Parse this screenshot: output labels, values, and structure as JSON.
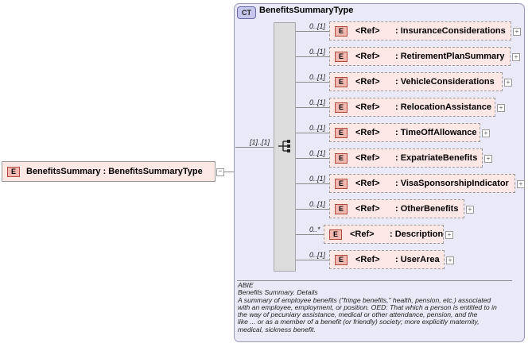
{
  "complex_type": {
    "badge": "CT",
    "name": "BenefitsSummaryType"
  },
  "root": {
    "badge": "E",
    "label": "BenefitsSummary  : BenefitsSummaryType",
    "cardinality": "[1]..[1]",
    "collapse_symbol": "−"
  },
  "elements": [
    {
      "badge": "E",
      "ref": "<Ref>",
      "name": ": InsuranceConsiderations",
      "card": "0..[1]",
      "expand": "+"
    },
    {
      "badge": "E",
      "ref": "<Ref>",
      "name": ": RetirementPlanSummary",
      "card": "0..[1]",
      "expand": "+"
    },
    {
      "badge": "E",
      "ref": "<Ref>",
      "name": ": VehicleConsiderations",
      "card": "0..[1]",
      "expand": "+"
    },
    {
      "badge": "E",
      "ref": "<Ref>",
      "name": ": RelocationAssistance",
      "card": "0..[1]",
      "expand": "+"
    },
    {
      "badge": "E",
      "ref": "<Ref>",
      "name": ": TimeOffAllowance",
      "card": "0..[1]",
      "expand": "+"
    },
    {
      "badge": "E",
      "ref": "<Ref>",
      "name": ": ExpatriateBenefits",
      "card": "0..[1]",
      "expand": "+"
    },
    {
      "badge": "E",
      "ref": "<Ref>",
      "name": ": VisaSponsorshipIndicator",
      "card": "0..[1]",
      "expand": "+"
    },
    {
      "badge": "E",
      "ref": "<Ref>",
      "name": ": OtherBenefits",
      "card": "0..[1]",
      "expand": "+"
    },
    {
      "badge": "E",
      "ref": "<Ref>",
      "name": ": Description",
      "card": "0..*",
      "expand": "+"
    },
    {
      "badge": "E",
      "ref": "<Ref>",
      "name": ": UserArea",
      "card": "0..[1]",
      "expand": "+"
    }
  ],
  "annotation": {
    "line1": "ABIE",
    "line2": "Benefits Summary. Details",
    "line3": "A summary of employee benefits (\"fringe benefits,\" health, pension, etc.) associated",
    "line4": "with an employee, employment, or position. OED: That which a person is entitled to in",
    "line5": "the way of pecuniary assistance, medical or other attendance, pension, and the",
    "line6": "like ... or as a member of a benefit (or friendly) society; more explicitly maternity,",
    "line7": "medical, sickness benefit."
  },
  "colors": {
    "element_fill": "#fde8e6",
    "element_badge": "#f3b8b1",
    "complex_type_fill": "#e9e9f7",
    "compositor_fill": "#dcdcdc"
  }
}
